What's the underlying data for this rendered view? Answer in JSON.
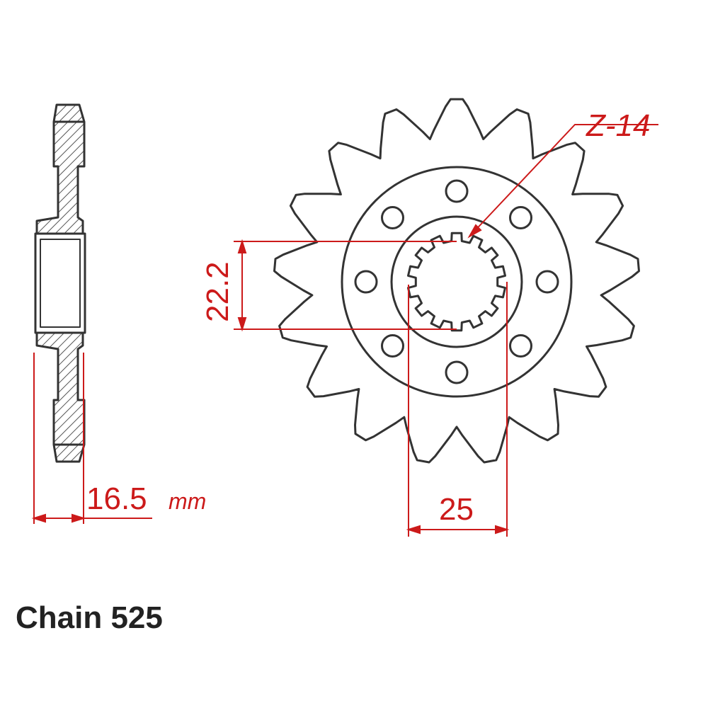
{
  "drawing": {
    "teeth_label": "Z-14",
    "hub_dimension_label": "22.2",
    "spline_dimension_label": "25",
    "thickness_value": "16.5",
    "thickness_unit": "mm",
    "chain_label": "Chain 525"
  },
  "colors": {
    "outline": "#333333",
    "dimension": "#cc1a1a",
    "hatch": "#555555",
    "text": "#222222"
  }
}
